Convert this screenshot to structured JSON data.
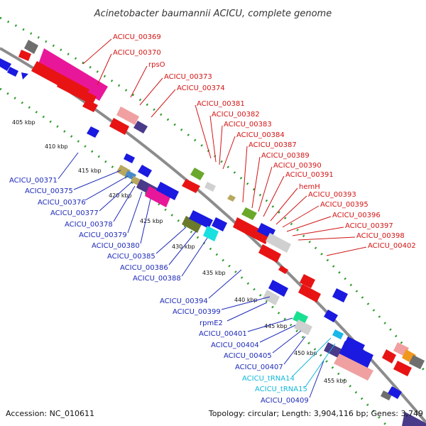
{
  "title": "Acinetobacter baumannii ACICU, complete genome",
  "footer": {
    "accession": "Accession: NC_010611",
    "topology": "Topology: circular; Length: 3,904,116 bp; Genes: 3,749"
  },
  "colors": {
    "forward_label": "#d21414",
    "reverse_label": "#1e2ab8",
    "trna_label": "#10b8d8",
    "backbone": "#8c8c8c",
    "ticks": "#2a9a2a"
  },
  "ticks": [
    "405 kbp",
    "410 kbp",
    "415 kbp",
    "420 kbp",
    "425 kbp",
    "430 kbp",
    "435 kbp",
    "440 kbp",
    "445 kbp",
    "450 kbp",
    "455 kbp"
  ],
  "forward_genes": [
    "ACICU_00369",
    "ACICU_00370",
    "rpsO",
    "ACICU_00373",
    "ACICU_00374",
    "ACICU_00381",
    "ACICU_00382",
    "ACICU_00383",
    "ACICU_00384",
    "ACICU_00387",
    "ACICU_00389",
    "ACICU_00390",
    "ACICU_00391",
    "hemH",
    "ACICU_00393",
    "ACICU_00395",
    "ACICU_00396",
    "ACICU_00397",
    "ACICU_00398",
    "ACICU_00402"
  ],
  "reverse_genes": [
    "ACICU_00371",
    "ACICU_00375",
    "ACICU_00376",
    "ACICU_00377",
    "ACICU_00378",
    "ACICU_00379",
    "ACICU_00380",
    "ACICU_00385",
    "ACICU_00386",
    "ACICU_00388",
    "ACICU_00394",
    "ACICU_00399",
    "rpmE2",
    "ACICU_00401",
    "ACICU_00404",
    "ACICU_00405",
    "ACICU_00407",
    "ACICU_tRNA14",
    "ACICU_tRNA15",
    "ACICU_00409"
  ]
}
